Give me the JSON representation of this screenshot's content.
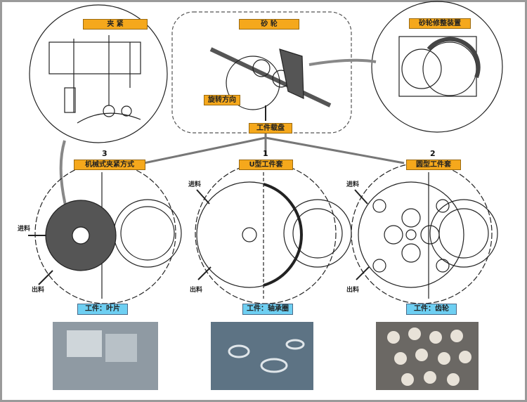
{
  "labels": {
    "clamp": "夹  紧",
    "grinding_wheel": "砂  轮",
    "dresser": "砂轮修整装置",
    "rotation": "旋转方向",
    "carrier": "工件载盘"
  },
  "methods": [
    {
      "number": "3",
      "label": "机械式夹紧方式",
      "feed_in": "进料",
      "feed_out": "出料",
      "workpiece": "工件：叶片"
    },
    {
      "number": "1",
      "label": "U型工件套",
      "feed_in": "进料",
      "feed_out": "出料",
      "workpiece": "工件：轴承圈"
    },
    {
      "number": "2",
      "label": "圆型工件套",
      "feed_in": "进料",
      "feed_out": "出料",
      "workpiece": "工件：齿轮"
    }
  ],
  "colors": {
    "label": "#f5a81c",
    "workpiece_label": "#6ecff2",
    "frame": "#9a9a9a"
  }
}
